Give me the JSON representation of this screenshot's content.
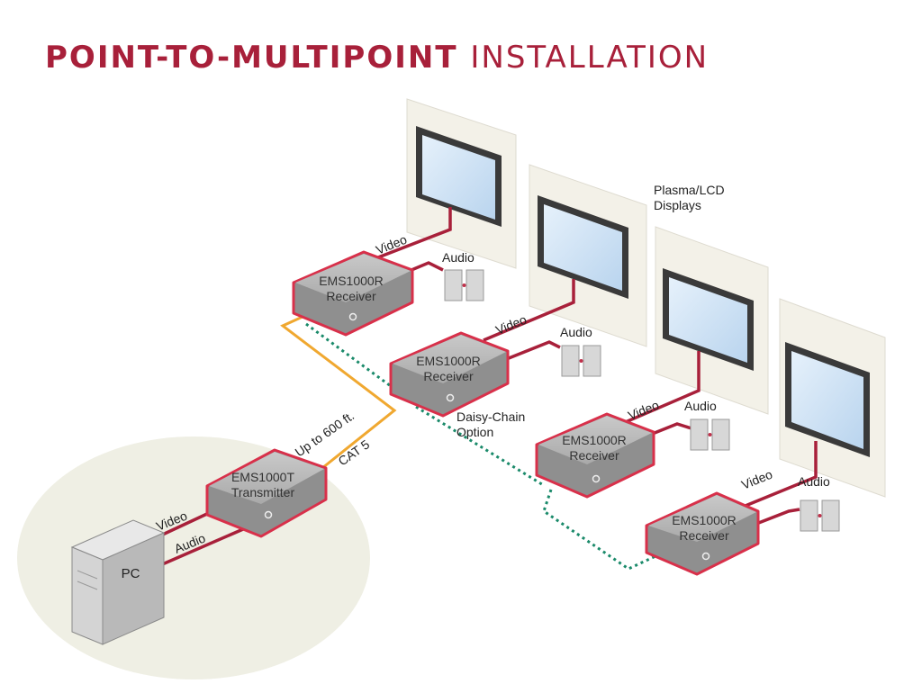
{
  "title": {
    "bold": "POINT-TO-MULTIPOINT",
    "light": "INSTALLATION"
  },
  "transmitter": {
    "model": "EMS1000T",
    "role": "Transmitter"
  },
  "receivers": [
    {
      "model": "EMS1000R",
      "role": "Receiver"
    },
    {
      "model": "EMS1000R",
      "role": "Receiver"
    },
    {
      "model": "EMS1000R",
      "role": "Receiver"
    },
    {
      "model": "EMS1000R",
      "role": "Receiver"
    }
  ],
  "pc_label": "PC",
  "labels": {
    "video": "Video",
    "audio": "Audio",
    "distance": "Up to 600 ft.",
    "cable": "CAT 5",
    "daisy_chain_line1": "Daisy-Chain",
    "daisy_chain_line2": "Option",
    "displays_line1": "Plasma/LCD",
    "displays_line2": "Displays"
  },
  "colors": {
    "accent": "#a8203a",
    "device_border": "#d8304a",
    "cat5_cable": "#f0a830",
    "daisy_chain": "#1a8a6a",
    "screen": "#cfe3f5"
  }
}
